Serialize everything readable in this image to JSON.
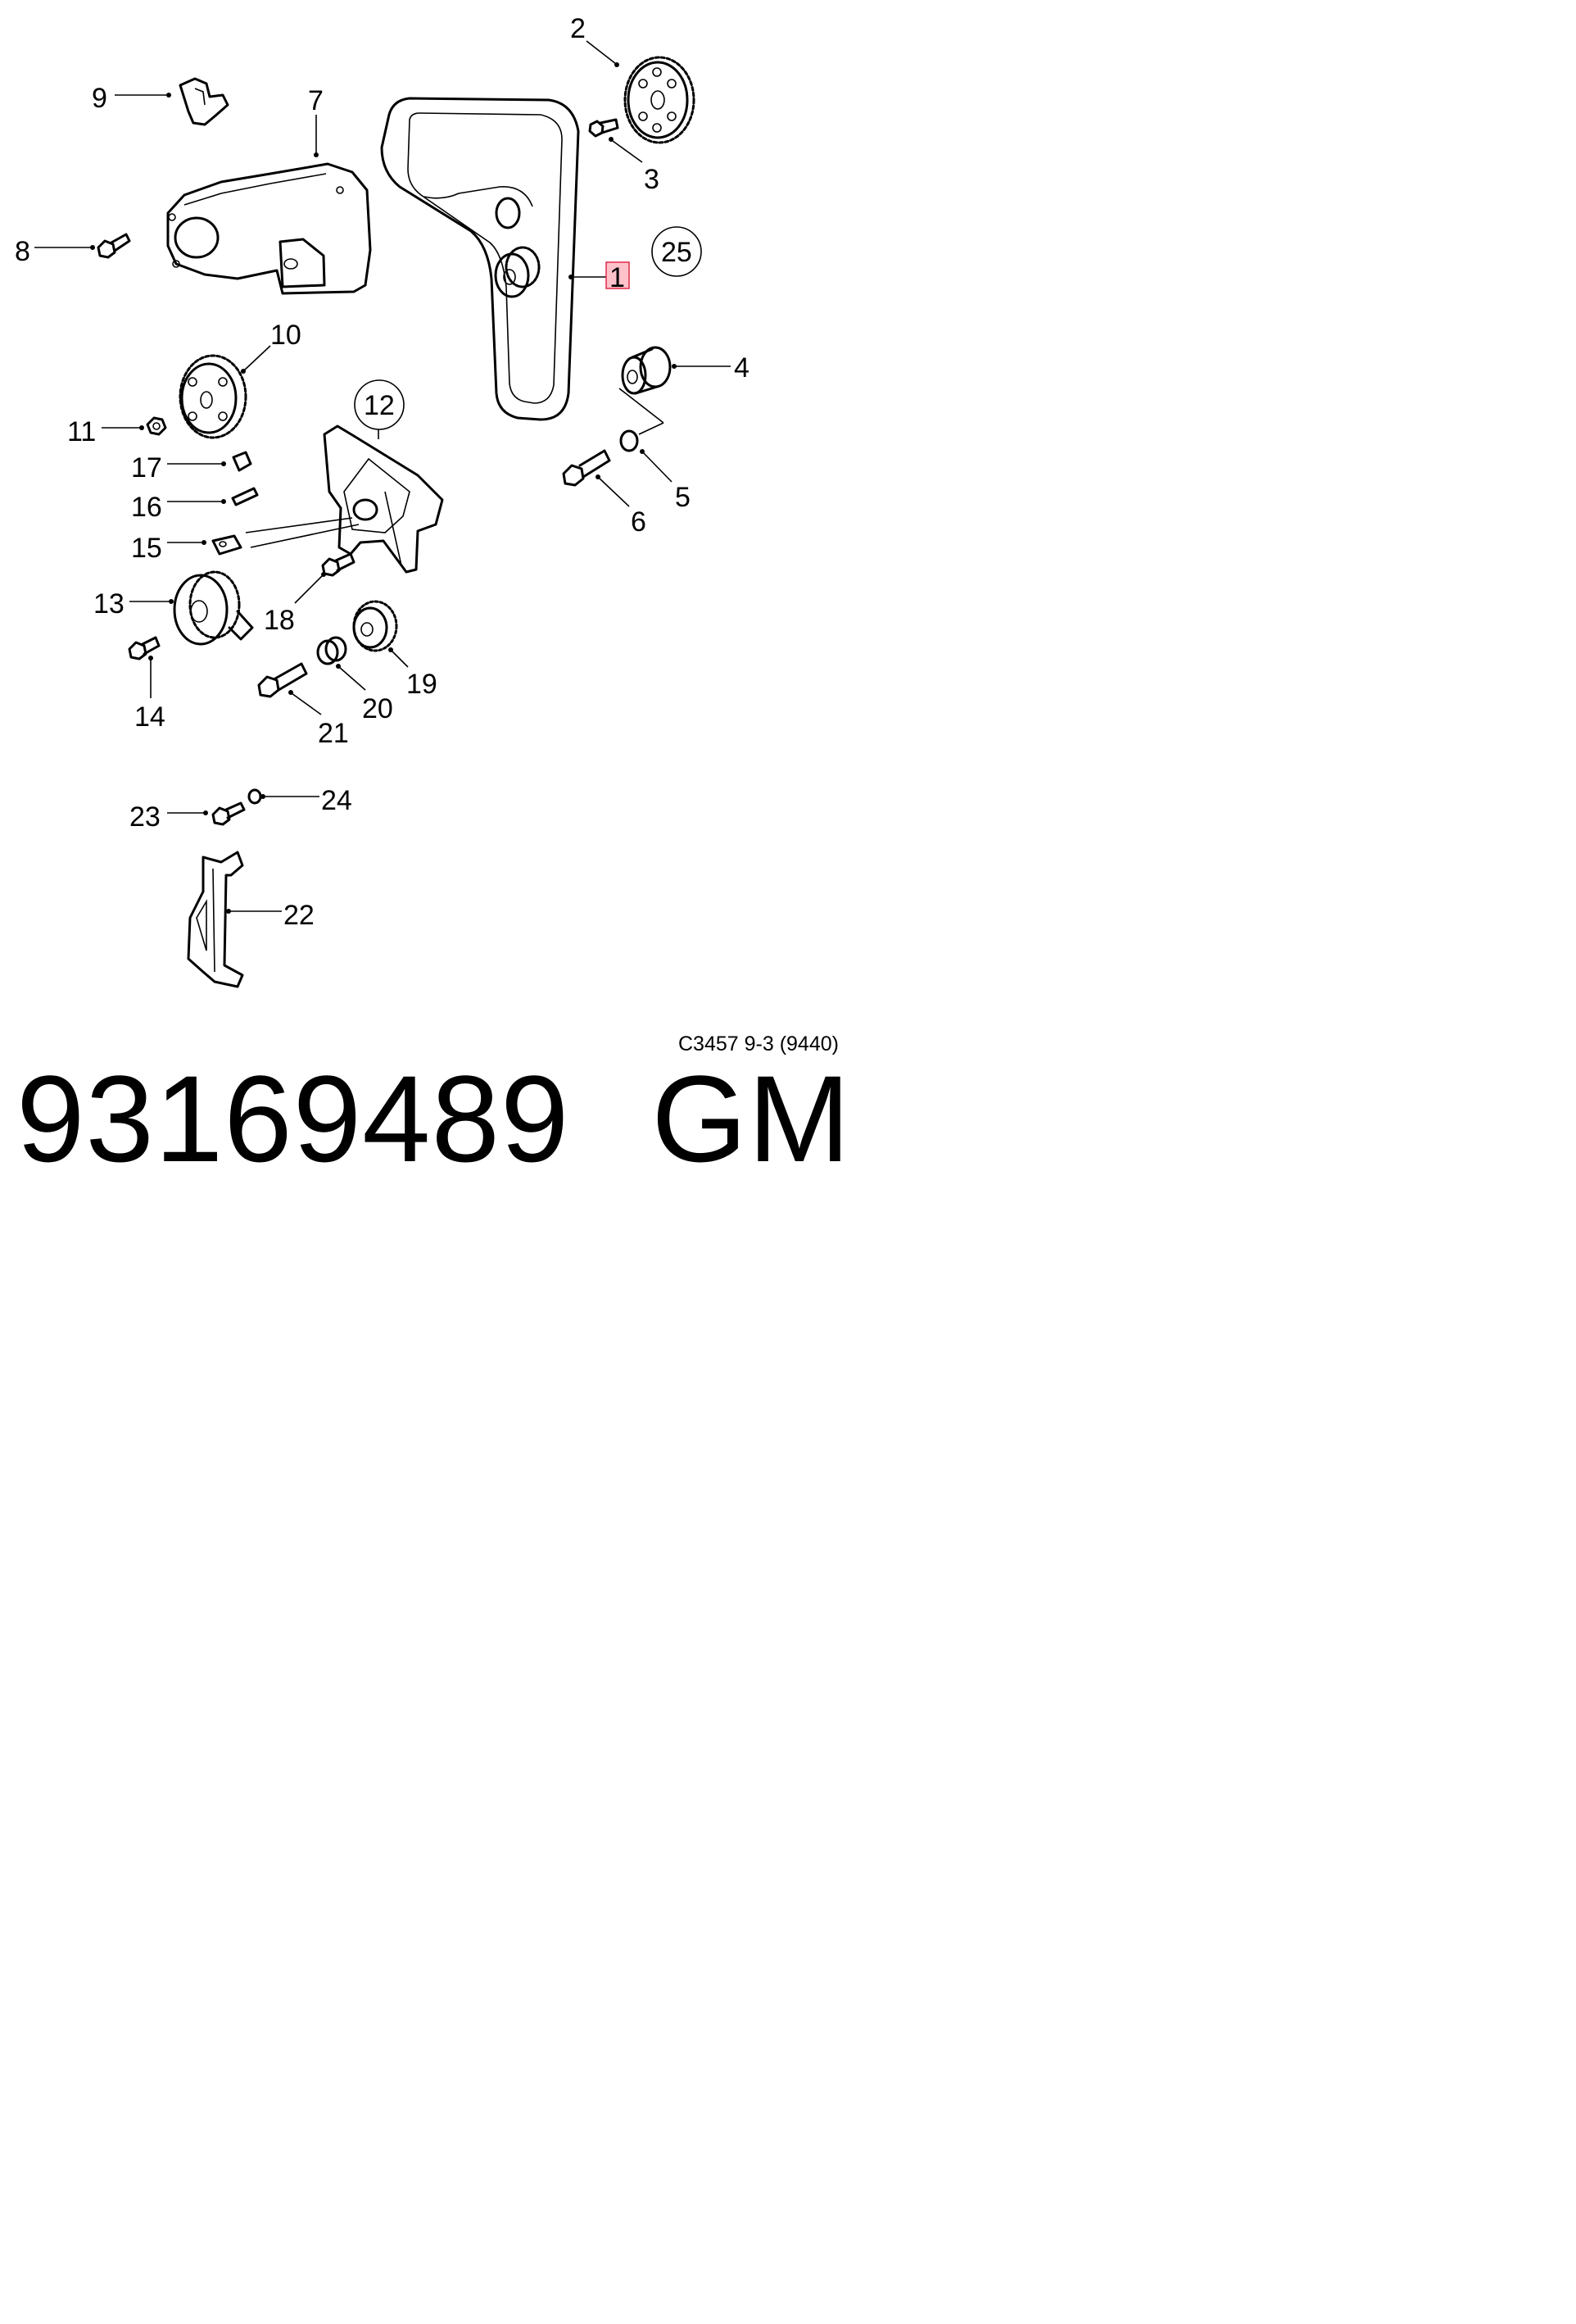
{
  "figure_ref": "C3457 9-3 (9440)",
  "part_number": "93169489",
  "brand": "GM",
  "callouts": {
    "c1": "1",
    "c2": "2",
    "c3": "3",
    "c4": "4",
    "c5": "5",
    "c6": "6",
    "c7": "7",
    "c8": "8",
    "c9": "9",
    "c10": "10",
    "c11": "11",
    "c12": "12",
    "c13": "13",
    "c14": "14",
    "c15": "15",
    "c16": "16",
    "c17": "17",
    "c18": "18",
    "c19": "19",
    "c20": "20",
    "c21": "21",
    "c22": "22",
    "c23": "23",
    "c24": "24",
    "c25": "25"
  },
  "highlighted_callout": "1"
}
